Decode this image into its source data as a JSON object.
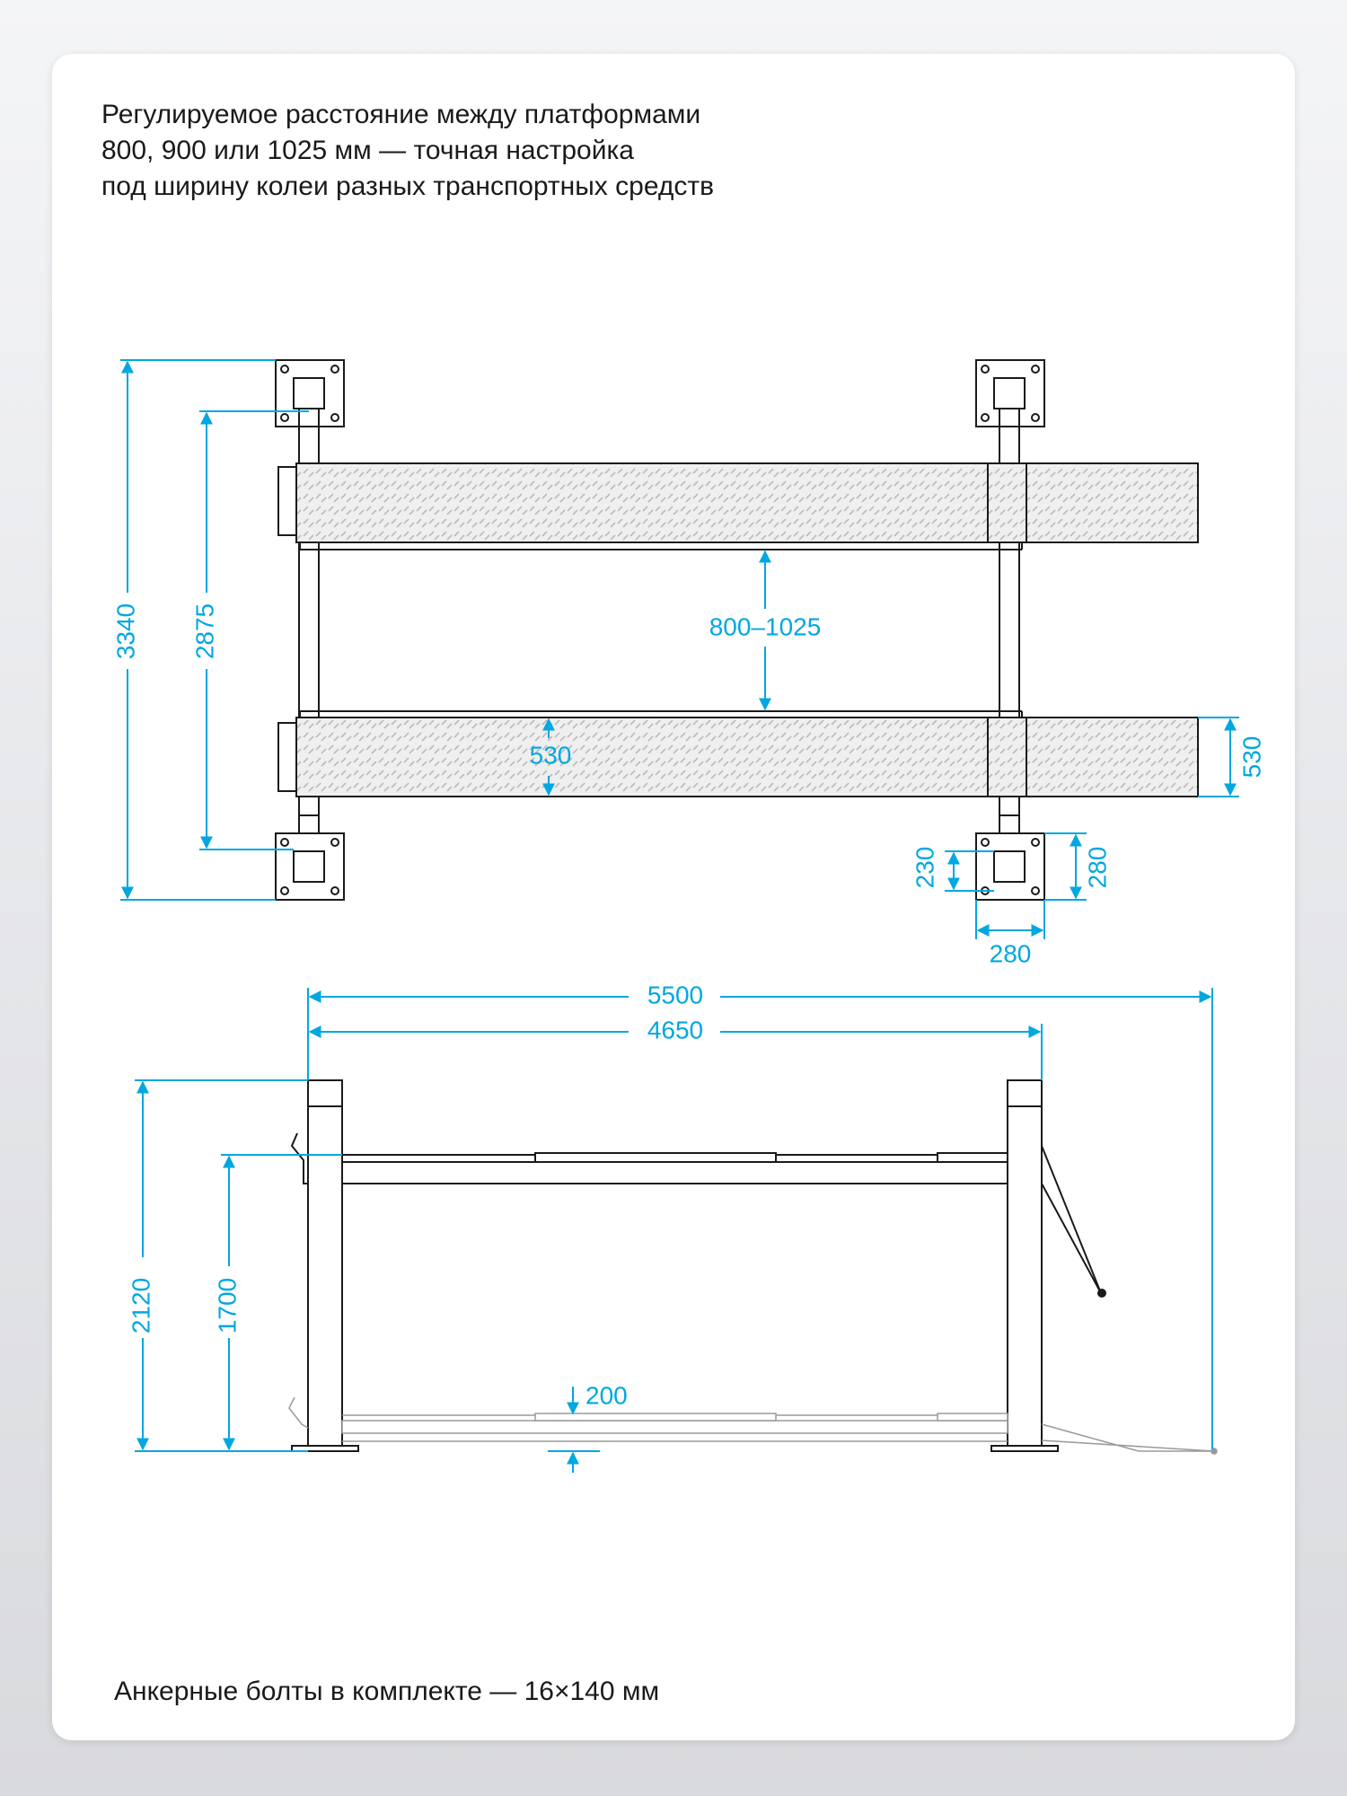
{
  "headline": {
    "line1": "Регулируемое расстояние между платформами",
    "line2": "800, 900 или 1025 мм — точная настройка",
    "line3": "под ширину колеи разных транспортных средств"
  },
  "footer_note": "Анкерные болты в комплекте — 16×140 мм",
  "colors": {
    "dimension": "#00a7e1",
    "line": "#1a1a1a",
    "platform_fill": "#e9e9e9"
  },
  "top_view": {
    "dim_total_length": "3340",
    "dim_inner_length": "2875",
    "dim_platform_gap": "800–1025",
    "dim_platform_width_left": "530",
    "dim_platform_width_right": "530",
    "dim_base_inner": "230",
    "dim_base_height": "280",
    "dim_base_width": "280"
  },
  "side_view": {
    "dim_overall_length": "5500",
    "dim_column_span": "4650",
    "dim_column_height": "2120",
    "dim_lift_height": "1700",
    "dim_min_height": "200"
  }
}
